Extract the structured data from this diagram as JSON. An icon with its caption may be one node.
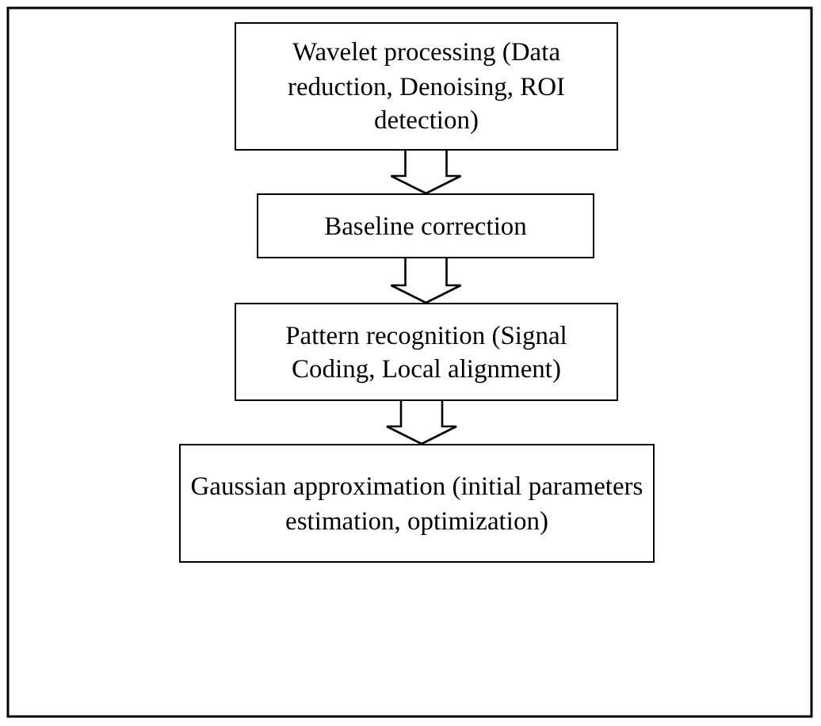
{
  "diagram": {
    "nodes": [
      {
        "text": [
          "Wavelet processing (Data reduction, Denoising, ROI detection)"
        ]
      },
      {
        "text": [
          "Baseline correction"
        ]
      },
      {
        "text": [
          "Pattern recognition (Signal Coding, Local alignment)"
        ]
      },
      {
        "text": [
          "Gaussian approximation (initial parameters estimation, optimization)"
        ]
      }
    ],
    "edges": [
      {
        "from": 0,
        "to": 1,
        "arrow": "to"
      },
      {
        "from": 1,
        "to": 2,
        "arrow": "to"
      },
      {
        "from": 2,
        "to": 3,
        "arrow": "to"
      }
    ]
  }
}
